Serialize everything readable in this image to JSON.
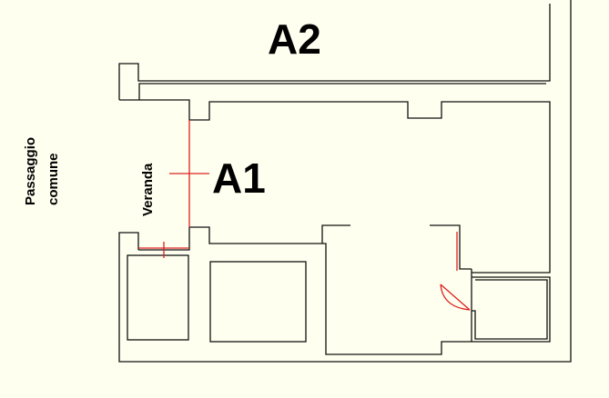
{
  "plan": {
    "labels": {
      "unit_a2": "A2",
      "unit_a1": "A1",
      "veranda": "Veranda",
      "passage_line1": "Passaggio",
      "passage_line2": "comune"
    },
    "colors": {
      "background": "#ffffef",
      "walls": "#111111",
      "openings": "#dd2020"
    }
  }
}
